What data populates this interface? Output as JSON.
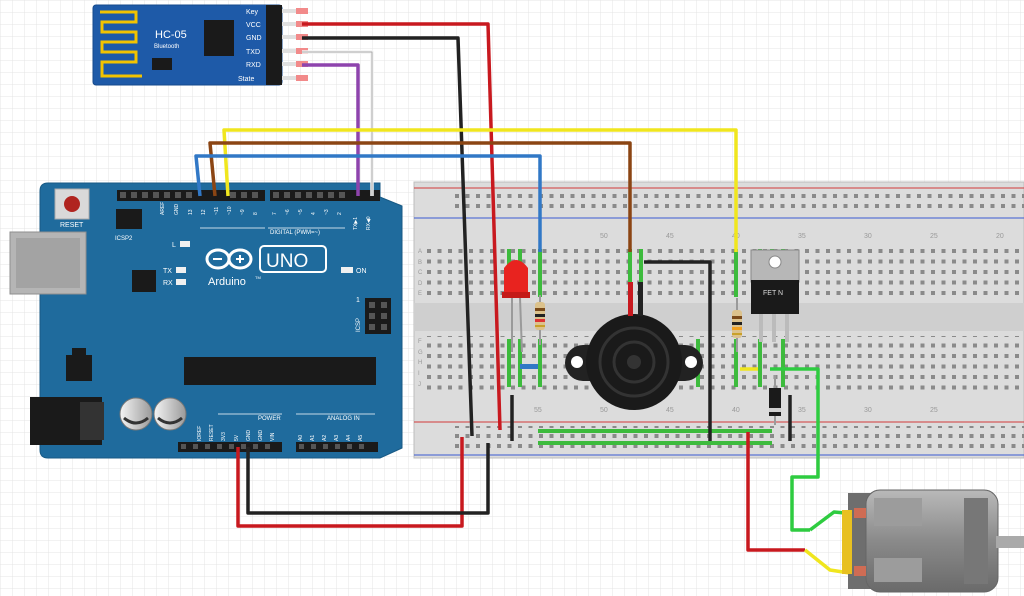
{
  "bluetooth": {
    "title": "HC-05",
    "subtitle": "Bluetooth",
    "pins": [
      "Key",
      "VCC",
      "GND",
      "TXD",
      "RXD",
      "State"
    ]
  },
  "arduino": {
    "reset_label": "RESET",
    "icsp2_label": "ICSP2",
    "icsp_label": "ICSP",
    "icsp_pin1": "1",
    "brand": "Arduino",
    "tm": "TM",
    "model": "UNO",
    "digital_label": "DIGITAL (PWM=~)",
    "led_labels": [
      "L",
      "TX",
      "RX"
    ],
    "on_label": "ON",
    "power_label": "POWER",
    "analog_label": "ANALOG IN",
    "digital_pins": [
      "AREF",
      "GND",
      "13",
      "12",
      "~11",
      "~10",
      "~9",
      "8",
      "7",
      "~6",
      "~5",
      "4",
      "~3",
      "2",
      "TX▶1",
      "RX◀0"
    ],
    "power_pins": [
      "IOREF",
      "RESET",
      "3V3",
      "5V",
      "GND",
      "GND",
      "VIN"
    ],
    "analog_pins": [
      "A0",
      "A1",
      "A2",
      "A3",
      "A4",
      "A5"
    ]
  },
  "breadboard": {
    "row_letters_top": [
      "A",
      "B",
      "C",
      "D",
      "E"
    ],
    "row_letters_bottom": [
      "F",
      "G",
      "H",
      "I",
      "J"
    ],
    "top_numbers": [
      "50",
      "45",
      "40",
      "35",
      "30",
      "25",
      "20"
    ],
    "bottom_numbers": [
      "55",
      "50",
      "45",
      "40",
      "35",
      "30",
      "25"
    ]
  },
  "mosfet": {
    "label": "FET N"
  },
  "colors": {
    "red": "#c8191f",
    "black": "#222222",
    "yellow": "#f0e61e",
    "brown": "#8b4513",
    "blue": "#3178c6",
    "purple": "#8e44ad",
    "white": "#ececec",
    "green": "#2ecc40",
    "arduino_blue": "#1f6b9d",
    "bt_blue": "#1e5aa8"
  }
}
